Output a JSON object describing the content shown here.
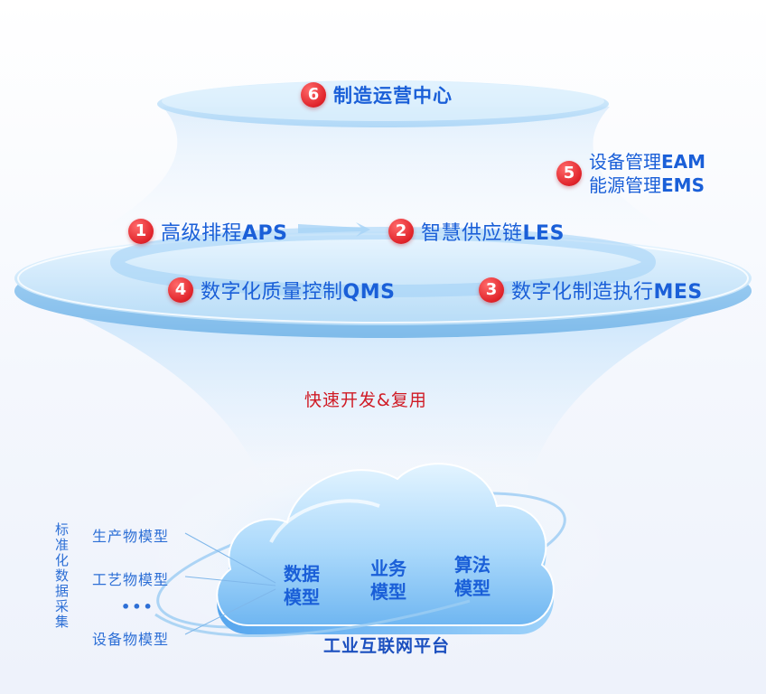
{
  "top": {
    "number": "6",
    "label": "制造运营中心"
  },
  "modules": [
    {
      "number": "1",
      "name": "高级排程",
      "code": "APS"
    },
    {
      "number": "2",
      "name": "智慧供应链",
      "code": "LES"
    },
    {
      "number": "3",
      "name": "数字化制造执行",
      "code": "MES"
    },
    {
      "number": "4",
      "name": "数字化质量控制",
      "code": "QMS"
    }
  ],
  "side_module": {
    "number": "5",
    "line1_name": "设备管理",
    "line1_code": "EAM",
    "line2_name": "能源管理",
    "line2_code": "EMS"
  },
  "fast_label": "快速开发&复用",
  "vertical_label": "标准化数据采集",
  "source_models": [
    "生产物模型",
    "工艺物模型",
    "•••",
    "设备物模型"
  ],
  "cloud_models": [
    {
      "line1": "数据",
      "line2": "模型"
    },
    {
      "line1": "业务",
      "line2": "模型"
    },
    {
      "line1": "算法",
      "line2": "模型"
    }
  ],
  "platform_label": "工业互联网平台",
  "colors": {
    "accent_blue": "#1a5fd8",
    "badge_red": "#e0232a",
    "highlight_red": "#d01a24"
  }
}
